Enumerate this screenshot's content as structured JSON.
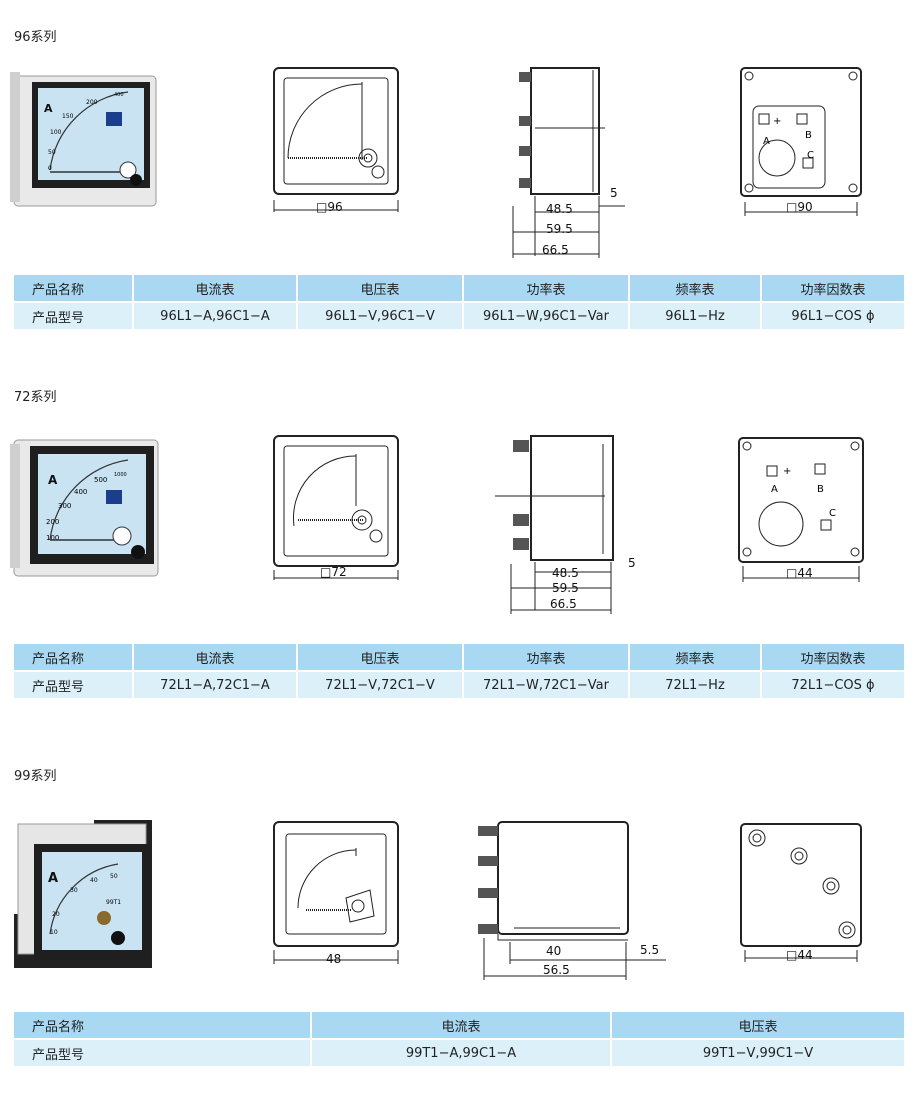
{
  "series": [
    {
      "title": "96系列",
      "front_dim": "□96",
      "side_dims": [
        "48.5",
        "59.5",
        "66.5",
        "5"
      ],
      "back_dim": "□90",
      "meter": {
        "unit": "A",
        "scale": [
          "0",
          "50",
          "100",
          "150",
          "200",
          "400"
        ]
      },
      "back_labels": [
        "A",
        "B",
        "C",
        "+"
      ],
      "table": {
        "header": [
          "产品名称",
          "电流表",
          "电压表",
          "功率表",
          "频率表",
          "功率因数表"
        ],
        "row": [
          "产品型号",
          "96L1−A,96C1−A",
          "96L1−V,96C1−V",
          "96L1−W,96C1−Var",
          "96L1−Hz",
          "96L1−COS ϕ"
        ]
      }
    },
    {
      "title": "72系列",
      "front_dim": "□72",
      "side_dims": [
        "48.5",
        "59.5",
        "66.5",
        "5"
      ],
      "back_dim": "□44",
      "meter": {
        "unit": "A",
        "scale": [
          "100",
          "200",
          "300",
          "400",
          "500",
          "1000"
        ]
      },
      "back_labels": [
        "A",
        "B",
        "C",
        "+"
      ],
      "table": {
        "header": [
          "产品名称",
          "电流表",
          "电压表",
          "功率表",
          "频率表",
          "功率因数表"
        ],
        "row": [
          "产品型号",
          "72L1−A,72C1−A",
          "72L1−V,72C1−V",
          "72L1−W,72C1−Var",
          "72L1−Hz",
          "72L1−COS ϕ"
        ]
      }
    },
    {
      "title": "99系列",
      "front_dim": "48",
      "side_dims": [
        "40",
        "56.5",
        "5.5"
      ],
      "back_dim": "□44",
      "meter": {
        "unit": "A",
        "scale": [
          "10",
          "20",
          "30",
          "40",
          "50"
        ],
        "model": "99T1"
      },
      "table": {
        "header": [
          "产品名称",
          "电流表",
          "电压表"
        ],
        "row": [
          "产品型号",
          "99T1−A,99C1−A",
          "99T1−V,99C1−V"
        ]
      }
    }
  ]
}
